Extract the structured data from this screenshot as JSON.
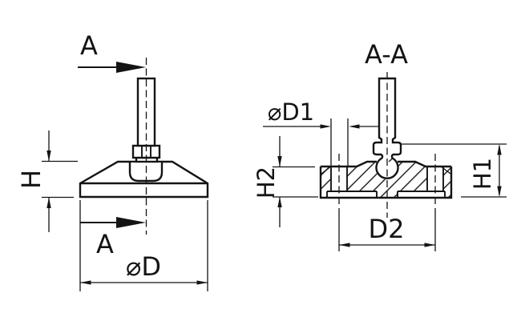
{
  "drawing": {
    "type": "technical-drawing",
    "subject": "adjustable leveling foot, side view and section view",
    "colors": {
      "line": "#141414",
      "background": "#ffffff"
    },
    "left_view": {
      "section_label_top": "A",
      "section_label_bottom": "A",
      "height_label": "H",
      "base_diameter_label": "⌀D"
    },
    "right_view": {
      "title": "A-A",
      "hole_diameter_label": "⌀D1",
      "rim_height_label": "H2",
      "overall_height_label": "H1",
      "hole_pitch_label": "D2"
    }
  }
}
